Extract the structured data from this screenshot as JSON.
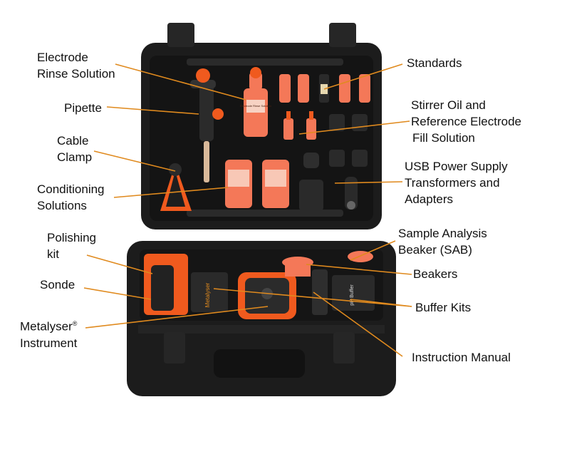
{
  "colors": {
    "leader_line": "#E08A1E",
    "case_body": "#1c1c1c",
    "foam": "#161616",
    "accent_orange": "#F05A1E",
    "bottle_fill": "#F47858"
  },
  "labels": {
    "electrode_rinse": [
      "Electrode",
      "Rinse Solution"
    ],
    "pipette": [
      "Pipette"
    ],
    "cable_clamp": [
      "Cable",
      "Clamp"
    ],
    "conditioning": [
      "Conditioning",
      "Solutions"
    ],
    "polishing": [
      "Polishing",
      "kit"
    ],
    "sonde": [
      "Sonde"
    ],
    "metalyser": {
      "line1": "Metalyser",
      "mark": "®",
      "line2": "Instrument"
    },
    "standards": [
      "Standards"
    ],
    "stirrer_oil": [
      "Stirrer Oil and",
      "Reference Electrode",
      "Fill Solution"
    ],
    "usb_power": [
      "USB Power Supply",
      "Transformers and",
      "Adapters"
    ],
    "sample_beaker": [
      "Sample Analysis",
      "Beaker (SAB)"
    ],
    "beakers": [
      "Beakers"
    ],
    "buffer_kits": [
      "Buffer Kits"
    ],
    "instruction_manual": [
      "Instruction Manual"
    ]
  },
  "items": {
    "rinse_bottle_label": "Electrode Rinse Solution",
    "instrument_brand": "Metalyser",
    "buffer_pack_label": "pH Buffer"
  }
}
